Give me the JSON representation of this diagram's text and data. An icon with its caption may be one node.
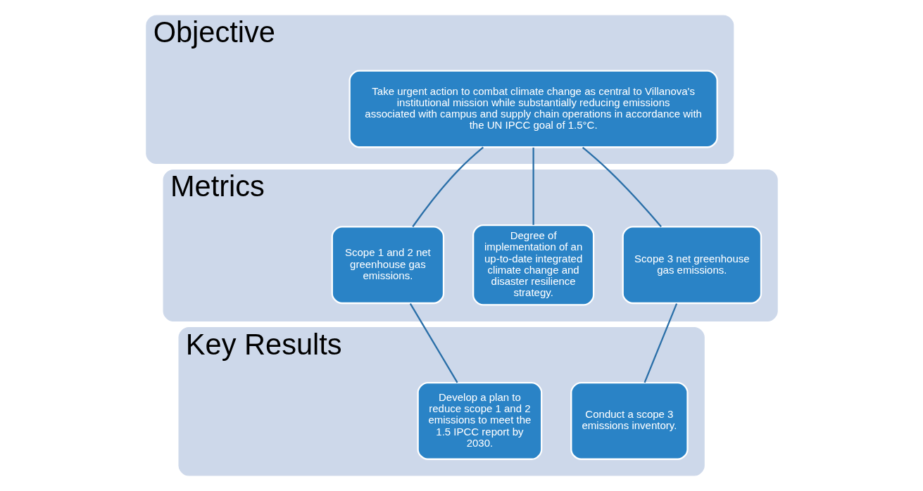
{
  "diagram": {
    "nodes": [
      {
        "text": [
          "Objective"
        ]
      },
      {
        "text": [
          "Take urgent action to combat climate change as central to Villanova's institutional mission while substantially reducing emissions associated with campus and supply chain operations in accordance with the UN IPCC goal of 1.5°C."
        ],
        "in": 0
      },
      {
        "text": [
          "Metrics"
        ]
      },
      {
        "text": [
          "Scope 1 and 2 net greenhouse gas emissions."
        ],
        "in": 2
      },
      {
        "text": [
          "Degree of implementation of an up-to-date integrated climate change and disaster resilience strategy."
        ],
        "in": 2
      },
      {
        "text": [
          "Scope 3 net greenhouse gas emissions."
        ],
        "in": 2
      },
      {
        "text": [
          "Key Results"
        ]
      },
      {
        "text": [
          "Develop a plan to reduce scope 1 and 2 emissions to meet the 1.5 IPCC report by 2030."
        ],
        "in": 6
      },
      {
        "text": [
          "Conduct a scope 3 emissions inventory."
        ],
        "in": 6
      }
    ],
    "edges": [
      {
        "from": 1,
        "to": 3,
        "arrow": "none"
      },
      {
        "from": 1,
        "to": 4,
        "arrow": "none"
      },
      {
        "from": 1,
        "to": 5,
        "arrow": "none"
      },
      {
        "from": 3,
        "to": 7,
        "arrow": "none"
      },
      {
        "from": 5,
        "to": 8,
        "arrow": "none"
      }
    ]
  }
}
